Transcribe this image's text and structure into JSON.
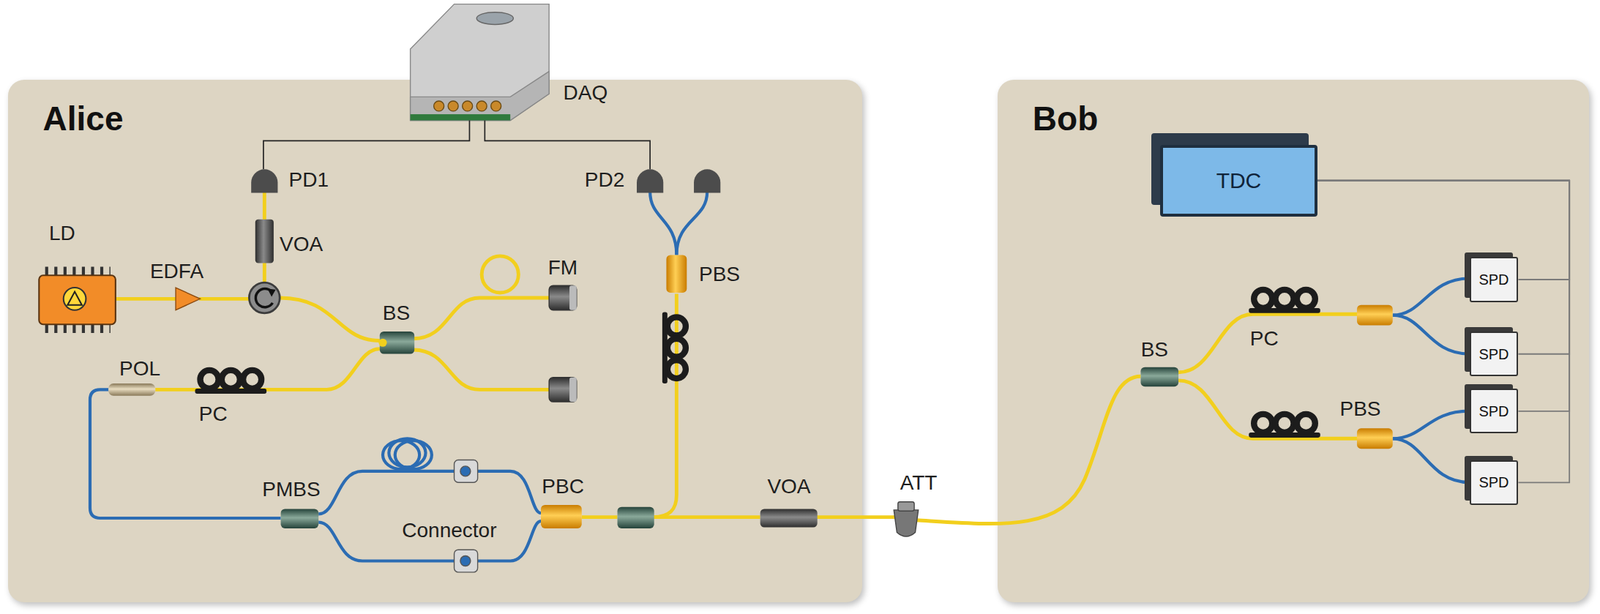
{
  "diagram": {
    "nodes": [
      {
        "text": [
          "Alice"
        ]
      },
      {
        "text": [
          "Bob"
        ]
      },
      {
        "text": [
          "TDC"
        ],
        "in": 1
      },
      {
        "text": [
          "SPD"
        ],
        "in": 1
      },
      {
        "text": [
          "SPD"
        ],
        "in": 1
      },
      {
        "text": [
          "SPD"
        ],
        "in": 1
      },
      {
        "text": [
          "SPD"
        ],
        "in": 1
      }
    ],
    "edges": [
      {
        "from": 2,
        "to": 3,
        "arrow": "none"
      },
      {
        "from": 2,
        "to": 4,
        "arrow": "none"
      },
      {
        "from": 2,
        "to": 5,
        "arrow": "none"
      },
      {
        "from": 2,
        "to": 6,
        "arrow": "none"
      }
    ],
    "labels": [
      "DAQ",
      "PD1",
      "PD2",
      "LD",
      "EDFA",
      "VOA",
      "FM",
      "BS",
      "PBS",
      "POL",
      "PC",
      "PMBS",
      "Connector",
      "PBC",
      "VOA",
      "ATT",
      "BS",
      "PC",
      "PBS"
    ]
  }
}
